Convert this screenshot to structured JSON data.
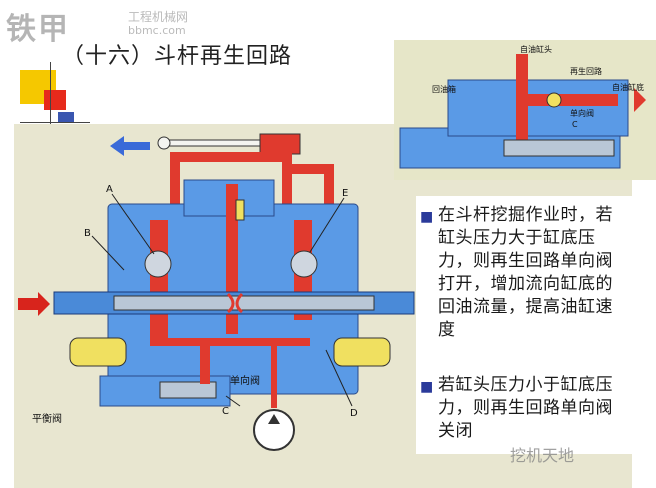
{
  "watermark": {
    "logo": "铁甲",
    "site": "工程机械网",
    "url": "bbmc.com"
  },
  "slide_title": "（十六）斗杆再生回路",
  "bullets": [
    "在斗杆挖掘作业时，若缸头压力大于缸底压力，则再生回路单向阀打开，增加流向缸底的回油流量，提高油缸速度",
    "若缸头压力小于缸底压力，则再生回路单向阀关闭"
  ],
  "diagram_labels": {
    "A": "A",
    "B": "B",
    "C": "C",
    "D": "D",
    "E": "E",
    "check_valve": "单向阀",
    "balance_valve": "平衡阀"
  },
  "inset_labels": {
    "rod_head": "自油缸头",
    "regen": "再生回路",
    "to_tank": "回油箱",
    "to_bottom": "自油缸底",
    "check": "单向阀",
    "c": "C"
  },
  "brand": "挖机天地",
  "colors": {
    "oil_red": "#e03a2e",
    "oil_blue": "#4a8ad8",
    "housing_blue": "#5a9ae6",
    "spool_yellow": "#f0e060"
  }
}
